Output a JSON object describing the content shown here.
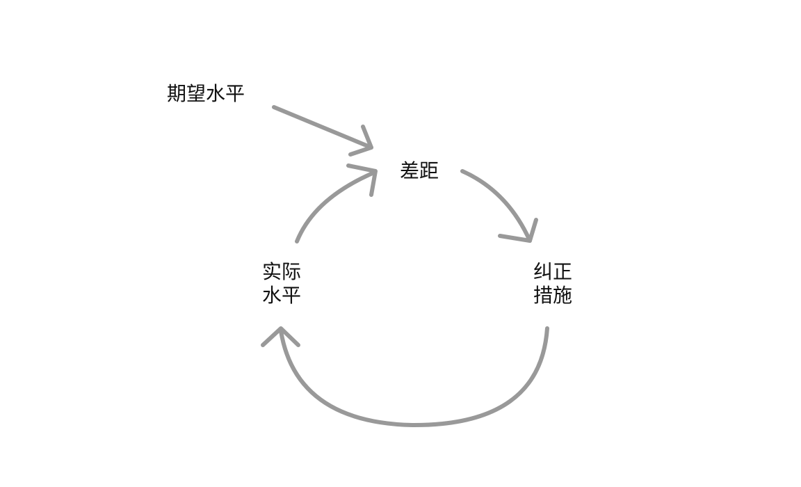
{
  "nodes": {
    "expected_level": {
      "lines": [
        "期望水平"
      ]
    },
    "gap": {
      "lines": [
        "差距"
      ]
    },
    "actual_level": {
      "lines": [
        "实际",
        "水平"
      ]
    },
    "corrective_action": {
      "lines": [
        "纠正",
        "措施"
      ]
    }
  },
  "colors": {
    "arrow": "#999999",
    "text": "#111111",
    "background": "#ffffff"
  }
}
